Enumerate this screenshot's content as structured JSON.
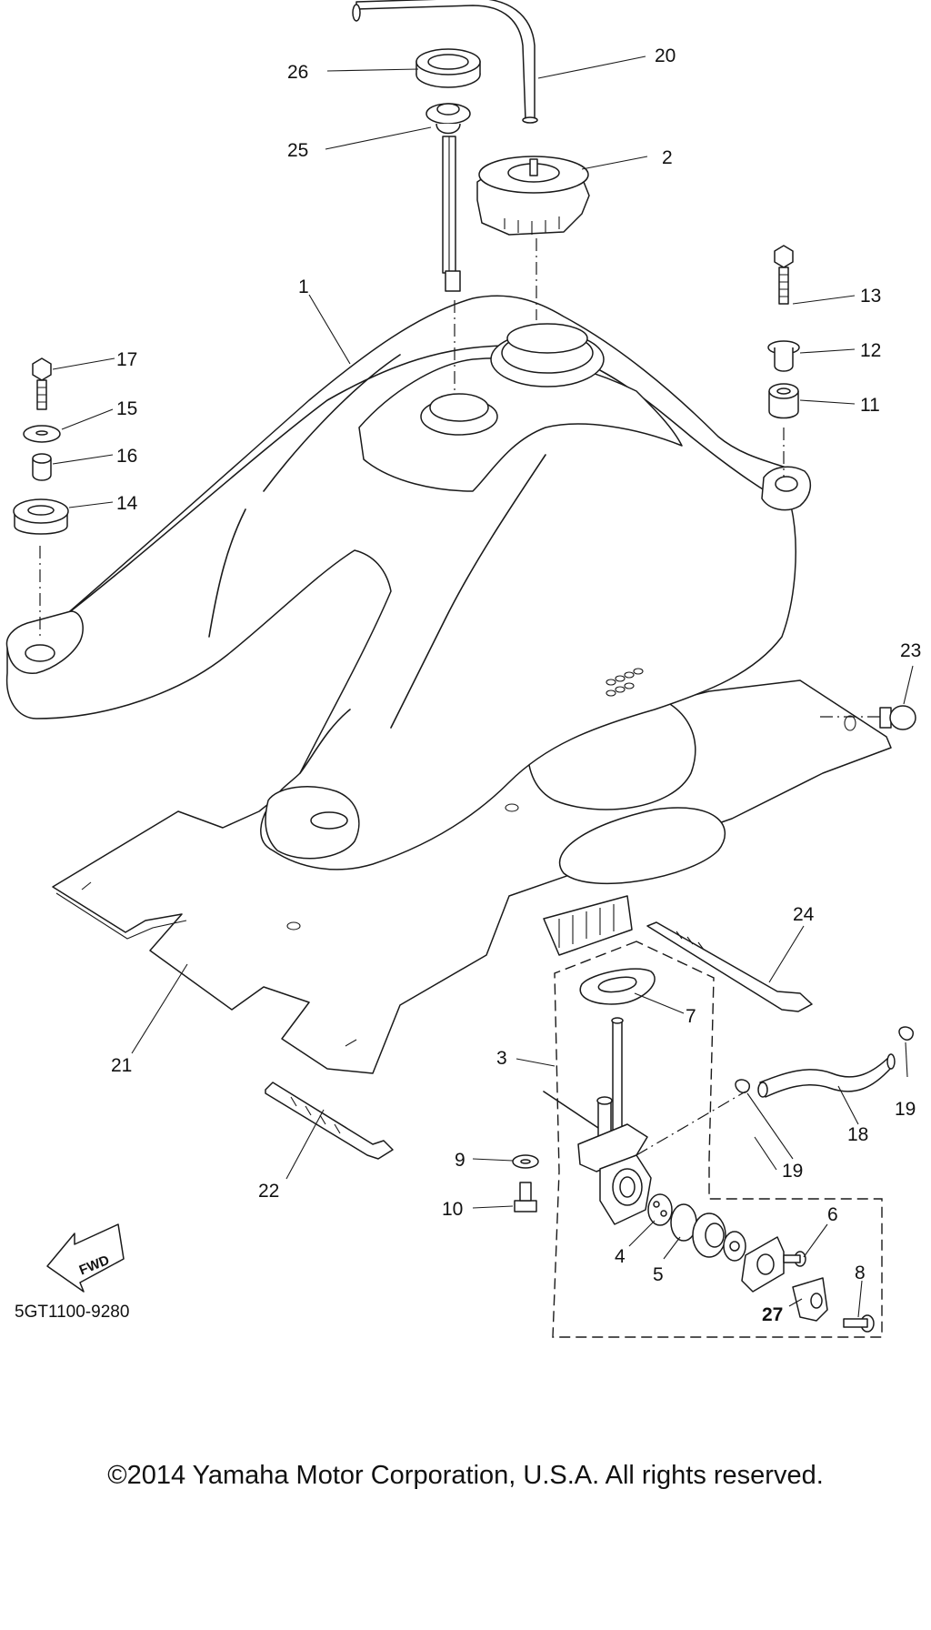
{
  "diagram": {
    "code": "5GT1100-9280",
    "direction_label": "FWD",
    "callouts": {
      "c1": "1",
      "c2": "2",
      "c3": "3",
      "c4": "4",
      "c5": "5",
      "c6": "6",
      "c7": "7",
      "c8": "8",
      "c9": "9",
      "c10": "10",
      "c11": "11",
      "c12": "12",
      "c13": "13",
      "c14": "14",
      "c15": "15",
      "c16": "16",
      "c17": "17",
      "c18": "18",
      "c19a": "19",
      "c19b": "19",
      "c20": "20",
      "c21": "21",
      "c22": "22",
      "c23": "23",
      "c24": "24",
      "c25": "25",
      "c26": "26",
      "c27": "27"
    }
  },
  "footer": {
    "copyright": "©2014 Yamaha Motor Corporation, U.S.A. All rights reserved."
  }
}
